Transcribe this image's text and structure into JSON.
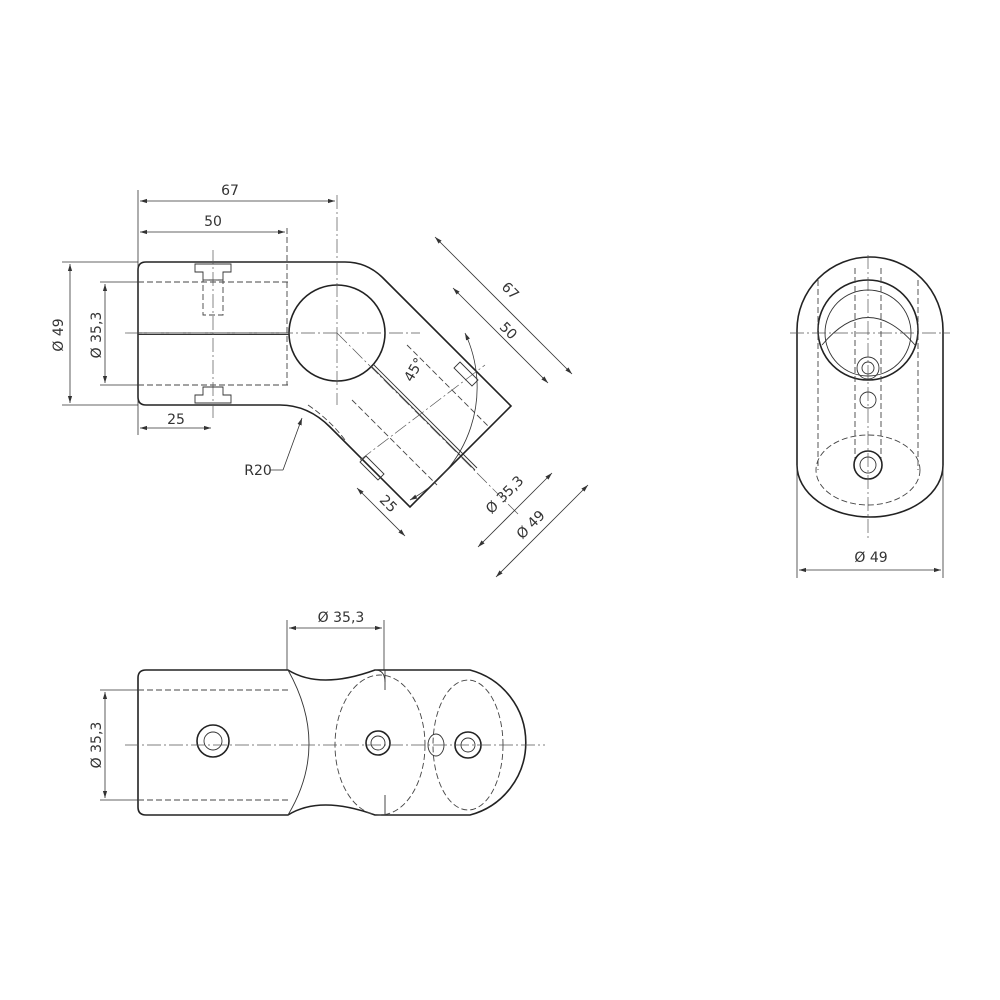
{
  "front_view": {
    "dim_overall_length": "67",
    "dim_body_length": "50",
    "dim_outer_diameter": "Ø 49",
    "dim_inner_diameter": "Ø 35,3",
    "dim_screw_offset": "25",
    "dim_radius": "R20",
    "arm": {
      "dim_overall_length": "67",
      "dim_body_length": "50",
      "dim_angle": "45°",
      "dim_screw_offset": "25",
      "dim_inner_diameter": "Ø 35,3",
      "dim_outer_diameter": "Ø 49"
    }
  },
  "side_view": {
    "dim_outer_diameter": "Ø 49"
  },
  "bottom_view": {
    "dim_cutout_diameter": "Ø 35,3",
    "dim_inner_diameter": "Ø 35,3"
  }
}
